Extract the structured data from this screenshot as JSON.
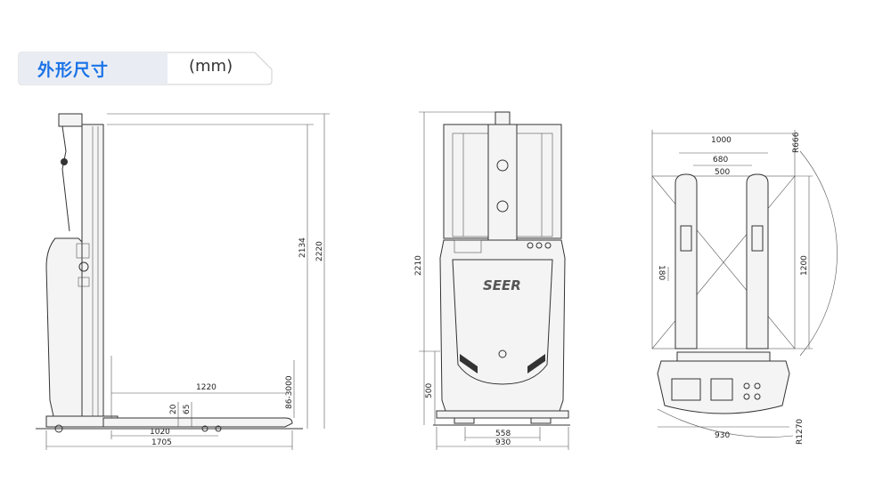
{
  "header": {
    "title": "外形尺寸",
    "unit": "(mm)"
  },
  "side_view": {
    "dim_total_height": "2220",
    "dim_mast_height": "2134",
    "dim_fork_length": "1220",
    "dim_lift_range": "86-3000",
    "dim_fork_thickness": "20",
    "dim_fork_height": "65",
    "dim_inner_length": "1020",
    "dim_total_length": "1705"
  },
  "front_view": {
    "dim_height": "2210",
    "dim_body_height": "500",
    "dim_fork_span": "558",
    "dim_width": "930",
    "logo": "SEER"
  },
  "top_view": {
    "dim_width_1000": "1000",
    "dim_width_680": "680",
    "dim_width_500": "500",
    "dim_180": "180",
    "dim_length_1200": "1200",
    "dim_radius_666": "R666",
    "dim_width_930": "930",
    "dim_radius_1270": "R1270"
  }
}
